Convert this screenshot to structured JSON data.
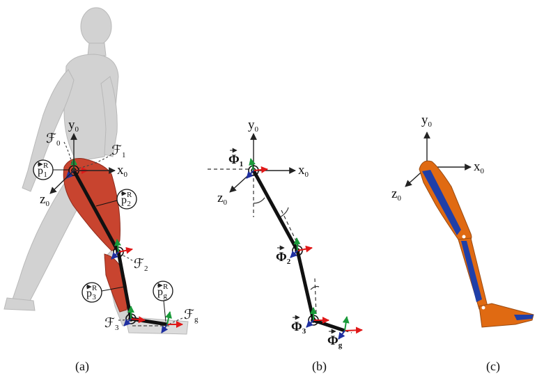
{
  "panels": {
    "a": {
      "caption": "(a)",
      "frames": {
        "F0": {
          "letter": "ℱ",
          "index": "0"
        },
        "F1": {
          "letter": "ℱ",
          "index": "1"
        },
        "F2": {
          "letter": "ℱ",
          "index": "2"
        },
        "F3": {
          "letter": "ℱ",
          "index": "3"
        },
        "Fg": {
          "letter": "ℱ",
          "index": "g"
        }
      },
      "points": {
        "p1": {
          "base": "p",
          "sup": "R",
          "sub": "1"
        },
        "p2": {
          "base": "p",
          "sup": "R",
          "sub": "2"
        },
        "p3": {
          "base": "p",
          "sup": "R",
          "sub": "3"
        },
        "pg": {
          "base": "p",
          "sup": "R",
          "sub": "g"
        }
      },
      "axes": {
        "y": "y",
        "y_sub": "0",
        "x": "x",
        "x_sub": "0",
        "z": "z",
        "z_sub": "0"
      }
    },
    "b": {
      "caption": "(b)",
      "joints": {
        "phi1": {
          "base": "Φ",
          "sub": "1"
        },
        "phi2": {
          "base": "Φ",
          "sub": "2"
        },
        "phi3": {
          "base": "Φ",
          "sub": "3"
        },
        "phig": {
          "base": "Φ",
          "sub": "g"
        }
      },
      "axes": {
        "y": "y",
        "y_sub": "0",
        "x": "x",
        "x_sub": "0",
        "z": "z",
        "z_sub": "0"
      }
    },
    "c": {
      "caption": "(c)",
      "axes": {
        "y": "y",
        "y_sub": "0",
        "x": "x",
        "x_sub": "0",
        "z": "z",
        "z_sub": "0"
      }
    }
  },
  "colors": {
    "body_silhouette": "#cfcfcf",
    "muscle": "#c8442f",
    "link": "#111111",
    "axis_red": "#e01818",
    "axis_green": "#1a9a3a",
    "axis_blue": "#1f2fa0",
    "orange_segment": "#e06a12",
    "blue_segment": "#1f3fa8"
  }
}
